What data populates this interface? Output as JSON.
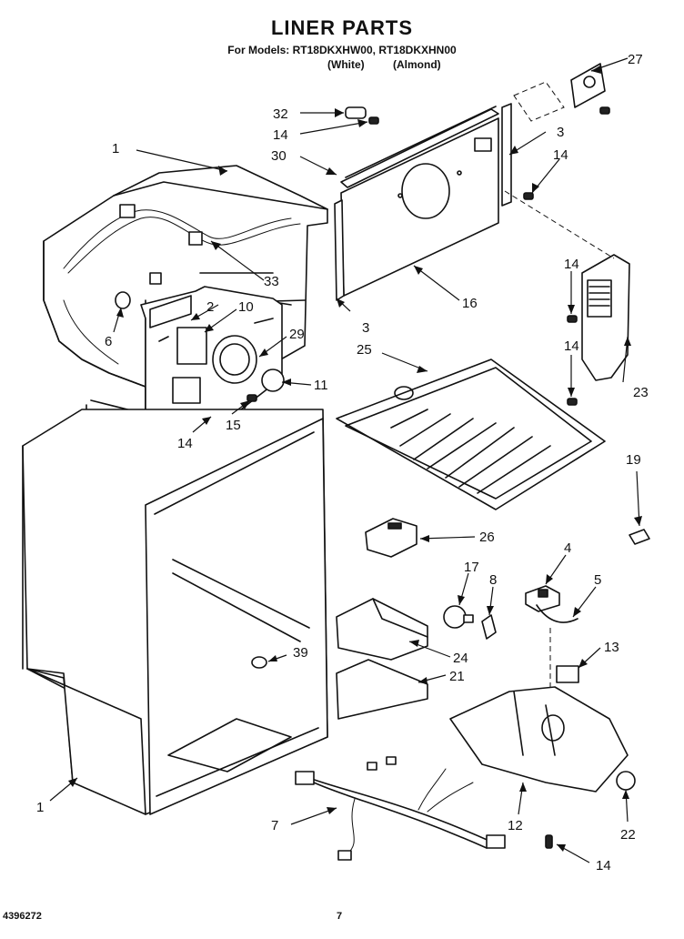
{
  "header": {
    "title": "LINER PARTS",
    "models_line": "For Models: RT18DKXHW00, RT18DKXHN00",
    "color_white": "(White)",
    "color_almond": "(Almond)"
  },
  "footer": {
    "doc_number": "4396272",
    "page_number": "7"
  },
  "callouts": [
    {
      "id": "c27",
      "label": "27"
    },
    {
      "id": "c32",
      "label": "32"
    },
    {
      "id": "c14a",
      "label": "14"
    },
    {
      "id": "c3a",
      "label": "3"
    },
    {
      "id": "c14b",
      "label": "14"
    },
    {
      "id": "c30",
      "label": "30"
    },
    {
      "id": "c1a",
      "label": "1"
    },
    {
      "id": "c33",
      "label": "33"
    },
    {
      "id": "c16",
      "label": "16"
    },
    {
      "id": "c14c",
      "label": "14"
    },
    {
      "id": "c2",
      "label": "2"
    },
    {
      "id": "c10",
      "label": "10"
    },
    {
      "id": "c6",
      "label": "6"
    },
    {
      "id": "c29",
      "label": "29"
    },
    {
      "id": "c3b",
      "label": "3"
    },
    {
      "id": "c25",
      "label": "25"
    },
    {
      "id": "c14d",
      "label": "14"
    },
    {
      "id": "c23",
      "label": "23"
    },
    {
      "id": "c11",
      "label": "11"
    },
    {
      "id": "c15",
      "label": "15"
    },
    {
      "id": "c14e",
      "label": "14"
    },
    {
      "id": "c19",
      "label": "19"
    },
    {
      "id": "c26",
      "label": "26"
    },
    {
      "id": "c4",
      "label": "4"
    },
    {
      "id": "c17",
      "label": "17"
    },
    {
      "id": "c8",
      "label": "8"
    },
    {
      "id": "c5",
      "label": "5"
    },
    {
      "id": "c39",
      "label": "39"
    },
    {
      "id": "c24",
      "label": "24"
    },
    {
      "id": "c13",
      "label": "13"
    },
    {
      "id": "c21",
      "label": "21"
    },
    {
      "id": "c1b",
      "label": "1"
    },
    {
      "id": "c7",
      "label": "7"
    },
    {
      "id": "c12",
      "label": "12"
    },
    {
      "id": "c22",
      "label": "22"
    },
    {
      "id": "c14f",
      "label": "14"
    }
  ]
}
